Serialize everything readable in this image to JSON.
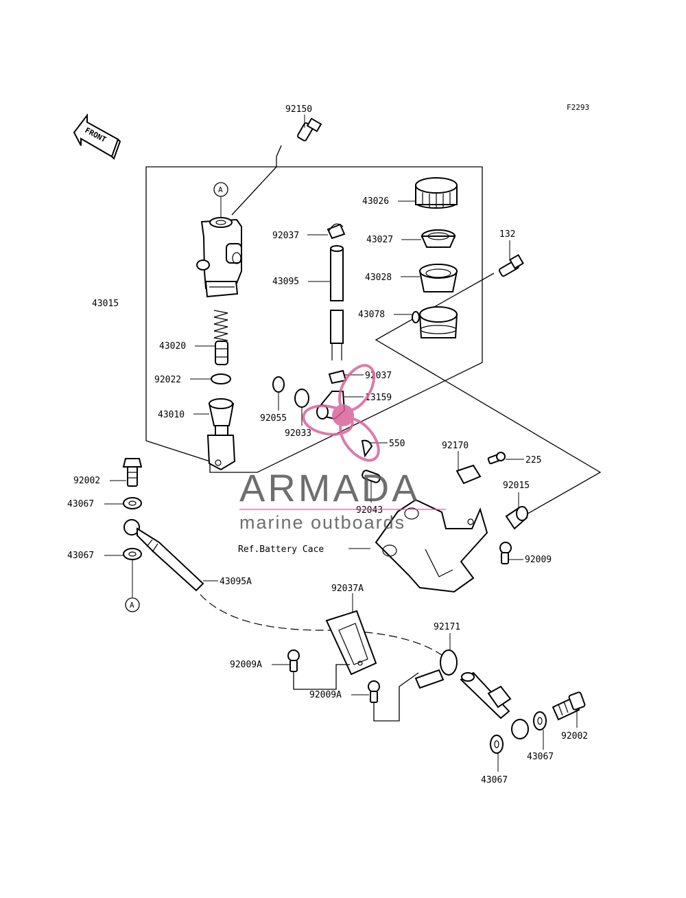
{
  "figure_code": "F2293",
  "front_arrow_text": "FRONT",
  "callout_letter": "A",
  "ref_note": "Ref.Battery Cace",
  "parts": {
    "p92150": "92150",
    "p43026": "43026",
    "p92037_top": "92037",
    "p43027": "43027",
    "p132": "132",
    "p43095": "43095",
    "p43028": "43028",
    "p43015": "43015",
    "p43078": "43078",
    "p43020": "43020",
    "p92037_mid": "92037",
    "p92022": "92022",
    "p13159": "13159",
    "p43010": "43010",
    "p92055": "92055",
    "p92033": "92033",
    "p550": "550",
    "p92170": "92170",
    "p225": "225",
    "p92002_left": "92002",
    "p92015": "92015",
    "p43067_a": "43067",
    "p92043": "92043",
    "p43067_b": "43067",
    "p92009": "92009",
    "p43095A": "43095A",
    "p92037A": "92037A",
    "p92171": "92171",
    "p92009A_a": "92009A",
    "p92009A_b": "92009A",
    "p92002_right": "92002",
    "p43067_c": "43067",
    "p43067_d": "43067"
  },
  "watermark": {
    "brand": "ARMADA",
    "tagline": "marine outboards",
    "color": "#d9639a"
  }
}
